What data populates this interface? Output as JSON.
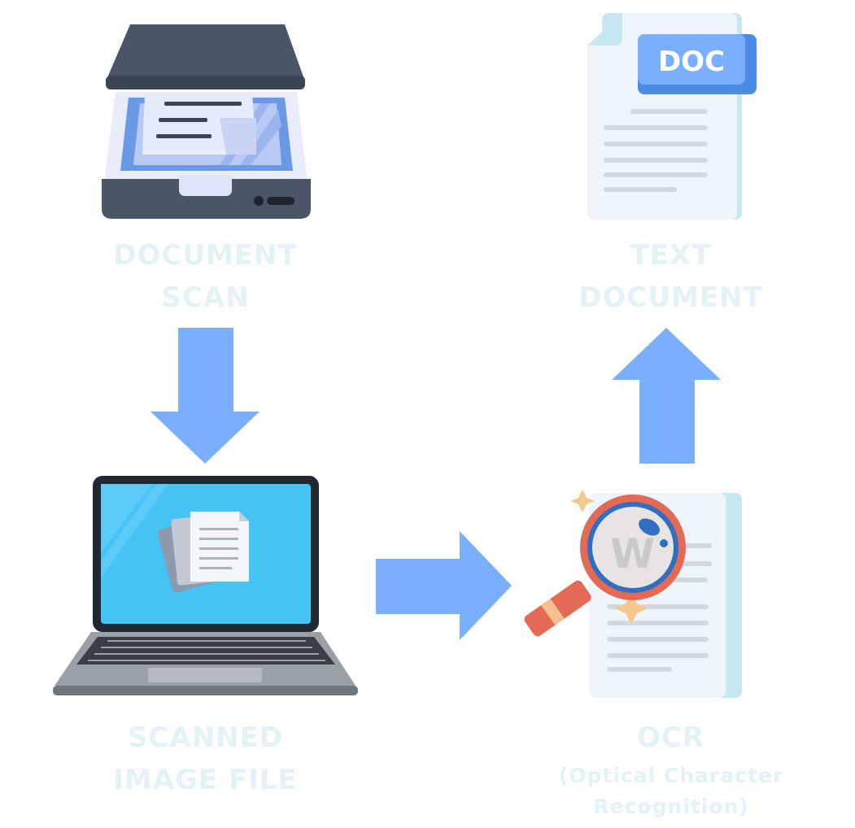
{
  "steps": {
    "scan": {
      "line1": "DOCUMENT",
      "line2": "SCAN",
      "icon": "scanner-icon"
    },
    "image": {
      "line1": "SCANNED",
      "line2": "IMAGE FILE",
      "icon": "laptop-icon"
    },
    "ocr": {
      "line1": "OCR",
      "line2": "(Optical Character",
      "line3": "Recognition)",
      "icon": "magnifier-document-icon"
    },
    "text": {
      "line1": "TEXT",
      "line2": "DOCUMENT",
      "icon": "doc-file-icon"
    }
  },
  "doc_badge": "DOC",
  "colors": {
    "arrow": "#7aaeff",
    "label": "#e3f2f6",
    "scanner_dark": "#4a5566",
    "screen": "#45c3f5",
    "magnifier": "#e36a54"
  }
}
